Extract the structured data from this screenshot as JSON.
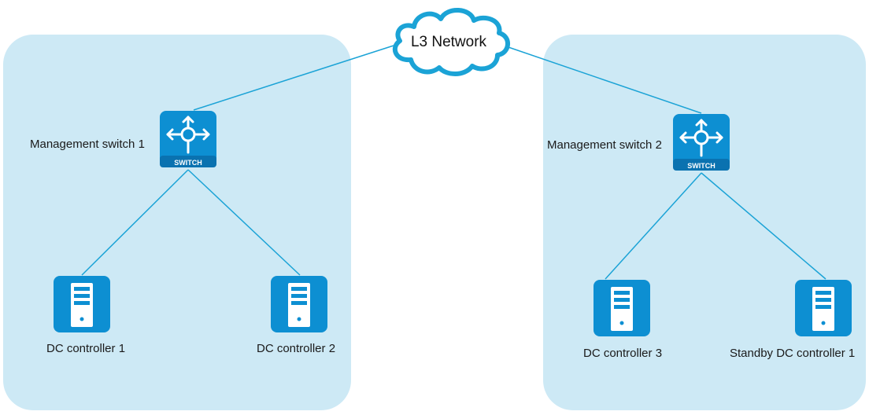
{
  "colors": {
    "site_fill": "#cde9f5",
    "link": "#1ba3d6",
    "device": "#0d8fd2",
    "cloud_stroke": "#1ba3d6"
  },
  "network": {
    "label": "L3 Network",
    "icon": "cloud-icon"
  },
  "switches": [
    {
      "label": "Management switch 1",
      "badge": "SWITCH",
      "icon": "switch-icon"
    },
    {
      "label": "Management switch 2",
      "badge": "SWITCH",
      "icon": "switch-icon"
    }
  ],
  "controllers": [
    {
      "label": "DC controller 1",
      "icon": "server-icon"
    },
    {
      "label": "DC controller 2",
      "icon": "server-icon"
    },
    {
      "label": "DC controller 3",
      "icon": "server-icon"
    },
    {
      "label": "Standby DC controller 1",
      "icon": "server-icon"
    }
  ]
}
